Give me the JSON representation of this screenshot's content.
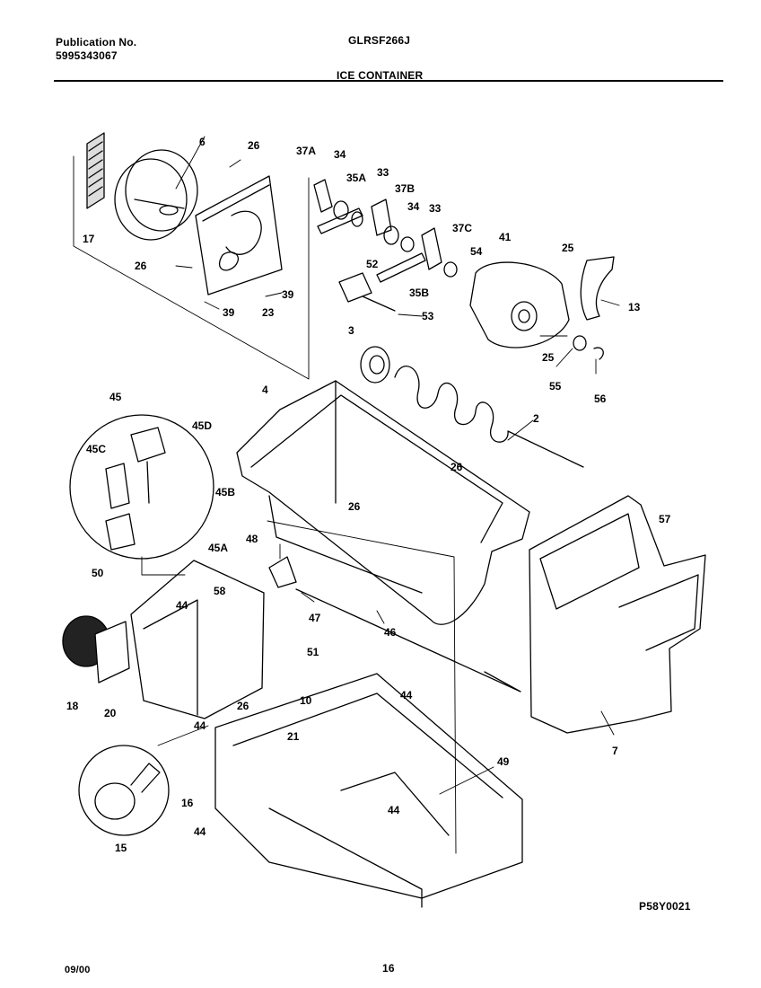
{
  "header": {
    "publication_label": "Publication No.",
    "publication_number": "5995343067",
    "model": "GLRSF266J",
    "section_title": "ICE CONTAINER"
  },
  "callouts": [
    {
      "id": "c6",
      "label": "6"
    },
    {
      "id": "c26a",
      "label": "26"
    },
    {
      "id": "c37a",
      "label": "37A"
    },
    {
      "id": "c34a",
      "label": "34"
    },
    {
      "id": "c35a",
      "label": "35A"
    },
    {
      "id": "c33a",
      "label": "33"
    },
    {
      "id": "c37b",
      "label": "37B"
    },
    {
      "id": "c34b",
      "label": "34"
    },
    {
      "id": "c33b",
      "label": "33"
    },
    {
      "id": "c37c",
      "label": "37C"
    },
    {
      "id": "c41",
      "label": "41"
    },
    {
      "id": "c25a",
      "label": "25"
    },
    {
      "id": "c54",
      "label": "54"
    },
    {
      "id": "c17",
      "label": "17"
    },
    {
      "id": "c26b",
      "label": "26"
    },
    {
      "id": "c52",
      "label": "52"
    },
    {
      "id": "c39a",
      "label": "39"
    },
    {
      "id": "c39b",
      "label": "39"
    },
    {
      "id": "c23",
      "label": "23"
    },
    {
      "id": "c35b",
      "label": "35B"
    },
    {
      "id": "c53",
      "label": "53"
    },
    {
      "id": "c13",
      "label": "13"
    },
    {
      "id": "c25b",
      "label": "25"
    },
    {
      "id": "c55",
      "label": "55"
    },
    {
      "id": "c56",
      "label": "56"
    },
    {
      "id": "c3",
      "label": "3"
    },
    {
      "id": "c4",
      "label": "4"
    },
    {
      "id": "c2",
      "label": "2"
    },
    {
      "id": "c45",
      "label": "45"
    },
    {
      "id": "c45d",
      "label": "45D"
    },
    {
      "id": "c45c",
      "label": "45C"
    },
    {
      "id": "c45b",
      "label": "45B"
    },
    {
      "id": "c45a",
      "label": "45A"
    },
    {
      "id": "c50",
      "label": "50"
    },
    {
      "id": "c26c",
      "label": "26"
    },
    {
      "id": "c26d",
      "label": "26"
    },
    {
      "id": "c57",
      "label": "57"
    },
    {
      "id": "c48",
      "label": "48"
    },
    {
      "id": "c47",
      "label": "47"
    },
    {
      "id": "c46",
      "label": "46"
    },
    {
      "id": "c44a",
      "label": "44"
    },
    {
      "id": "c58",
      "label": "58"
    },
    {
      "id": "c51",
      "label": "51"
    },
    {
      "id": "c18",
      "label": "18"
    },
    {
      "id": "c20",
      "label": "20"
    },
    {
      "id": "c44b",
      "label": "44"
    },
    {
      "id": "c26e",
      "label": "26"
    },
    {
      "id": "c10",
      "label": "10"
    },
    {
      "id": "c44c",
      "label": "44"
    },
    {
      "id": "c21",
      "label": "21"
    },
    {
      "id": "c7",
      "label": "7"
    },
    {
      "id": "c49",
      "label": "49"
    },
    {
      "id": "c16",
      "label": "16"
    },
    {
      "id": "c44d",
      "label": "44"
    },
    {
      "id": "c44e",
      "label": "44"
    },
    {
      "id": "c15",
      "label": "15"
    }
  ],
  "figure_code": "P58Y0021",
  "footer": {
    "date": "09/00",
    "page": "16"
  }
}
